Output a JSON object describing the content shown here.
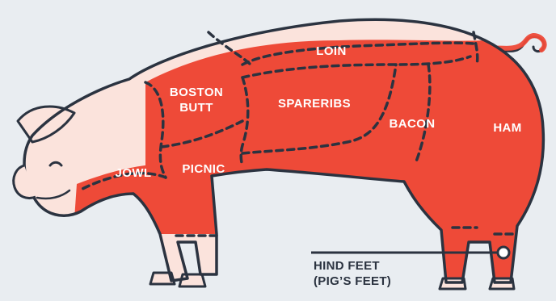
{
  "diagram": {
    "cuts": {
      "loin": "LOIN",
      "boston_butt_line1": "BOSTON",
      "boston_butt_line2": "BUTT",
      "spareribs": "SPARERIBS",
      "bacon": "BACON",
      "ham": "HAM",
      "jowl": "JOWL",
      "picnic": "PICNIC"
    },
    "callout": {
      "line1": "HIND FEET",
      "line2": "(PIG’S FEET)"
    }
  },
  "colors": {
    "background": "#e9edf1",
    "skin": "#fbe3dc",
    "cut_red": "#ee4a38",
    "outline": "#2b3340",
    "label_text": "#ffffff"
  }
}
